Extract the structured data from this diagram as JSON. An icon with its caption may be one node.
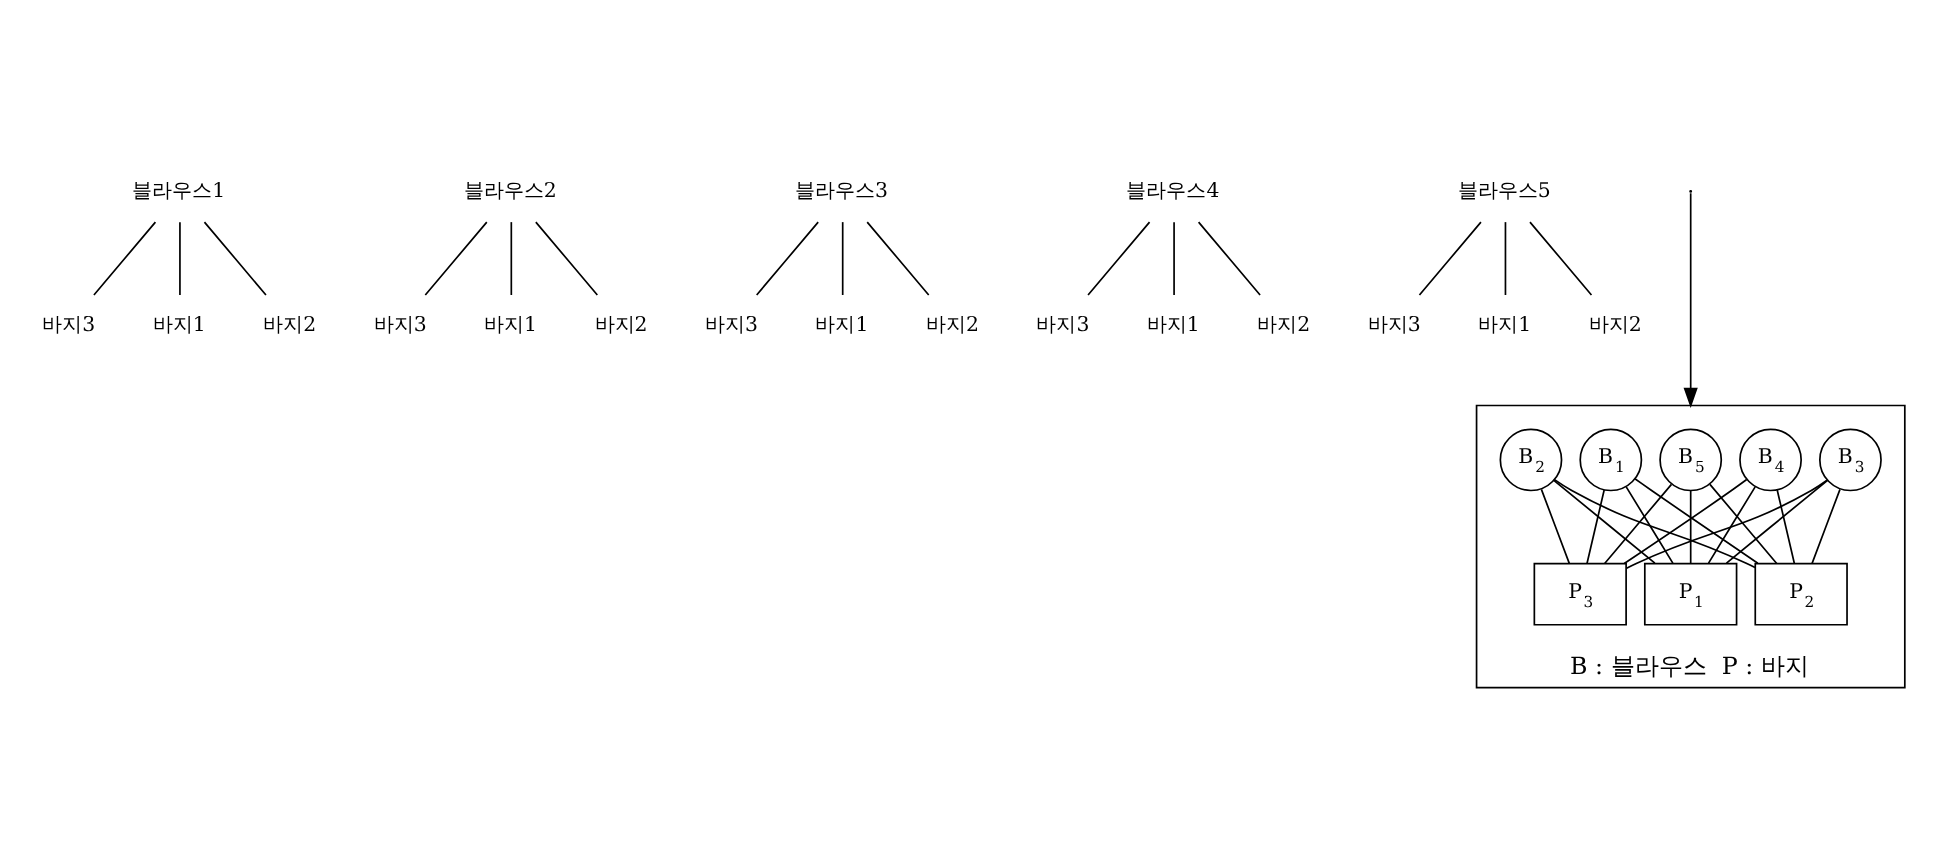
{
  "diagram": {
    "nodes": [
      {
        "text": [
          "블라우스1"
        ]
      },
      {
        "text": [
          "바지1"
        ]
      },
      {
        "text": [
          "바지2"
        ]
      },
      {
        "text": [
          "바지3"
        ]
      },
      {
        "text": [
          "블라우스2"
        ]
      },
      {
        "text": [
          "바지1"
        ]
      },
      {
        "text": [
          "바지2"
        ]
      },
      {
        "text": [
          "바지3"
        ]
      },
      {
        "text": [
          "블라우스3"
        ]
      },
      {
        "text": [
          "바지1"
        ]
      },
      {
        "text": [
          "바지2"
        ]
      },
      {
        "text": [
          "바지3"
        ]
      },
      {
        "text": [
          "블라우스4"
        ]
      },
      {
        "text": [
          "바지1"
        ]
      },
      {
        "text": [
          "바지2"
        ]
      },
      {
        "text": [
          "바지3"
        ]
      },
      {
        "text": [
          "블라우스5"
        ]
      },
      {
        "text": [
          "바지1"
        ]
      },
      {
        "text": [
          "바지2"
        ]
      },
      {
        "text": [
          "바지3"
        ]
      },
      {
        "text": [
          "B : 블라우스  P : 바지"
        ]
      },
      {
        "text": [
          "B$_{1}$"
        ],
        "in": 20
      },
      {
        "text": [
          "B$_{2}$"
        ],
        "in": 20
      },
      {
        "text": [
          "B$_{3}$"
        ],
        "in": 20
      },
      {
        "text": [
          "B$_{4}$"
        ],
        "in": 20
      },
      {
        "text": [
          "B$_{5}$"
        ],
        "in": 20
      },
      {
        "text": [
          "P$_{1}$"
        ],
        "in": 20
      },
      {
        "text": [
          "P$_{2}$"
        ],
        "in": 20
      },
      {
        "text": [
          "P$_{3}$"
        ],
        "in": 20
      }
    ],
    "edges": [
      {
        "from": 0,
        "to": 1,
        "arrow": "none"
      },
      {
        "from": 0,
        "to": 2,
        "arrow": "none"
      },
      {
        "from": 0,
        "to": 3,
        "arrow": "none"
      },
      {
        "from": 4,
        "to": 5,
        "arrow": "none"
      },
      {
        "from": 4,
        "to": 6,
        "arrow": "none"
      },
      {
        "from": 4,
        "to": 7,
        "arrow": "none"
      },
      {
        "from": 8,
        "to": 9,
        "arrow": "none"
      },
      {
        "from": 8,
        "to": 10,
        "arrow": "none"
      },
      {
        "from": 8,
        "to": 11,
        "arrow": "none"
      },
      {
        "from": 12,
        "to": 13,
        "arrow": "none"
      },
      {
        "from": 12,
        "to": 14,
        "arrow": "none"
      },
      {
        "from": 12,
        "to": 15,
        "arrow": "none"
      },
      {
        "from": 16,
        "to": 17,
        "arrow": "none"
      },
      {
        "from": 16,
        "to": 18,
        "arrow": "none"
      },
      {
        "from": 16,
        "to": 19,
        "arrow": "none"
      },
      {
        "from": null,
        "to": 20,
        "arrow": "to"
      },
      {
        "from": 21,
        "to": 26,
        "arrow": "none"
      },
      {
        "from": 21,
        "to": 27,
        "arrow": "none"
      },
      {
        "from": 21,
        "to": 28,
        "arrow": "none"
      },
      {
        "from": 22,
        "to": 26,
        "arrow": "none"
      },
      {
        "from": 22,
        "to": 27,
        "arrow": "none"
      },
      {
        "from": 22,
        "to": 28,
        "arrow": "none"
      },
      {
        "from": 23,
        "to": 26,
        "arrow": "none"
      },
      {
        "from": 23,
        "to": 27,
        "arrow": "none"
      },
      {
        "from": 23,
        "to": 28,
        "arrow": "none"
      },
      {
        "from": 24,
        "to": 26,
        "arrow": "none"
      },
      {
        "from": 24,
        "to": 27,
        "arrow": "none"
      },
      {
        "from": 24,
        "to": 28,
        "arrow": "none"
      },
      {
        "from": 25,
        "to": 26,
        "arrow": "none"
      },
      {
        "from": 25,
        "to": 27,
        "arrow": "none"
      },
      {
        "from": 25,
        "to": 28,
        "arrow": "none"
      }
    ]
  }
}
